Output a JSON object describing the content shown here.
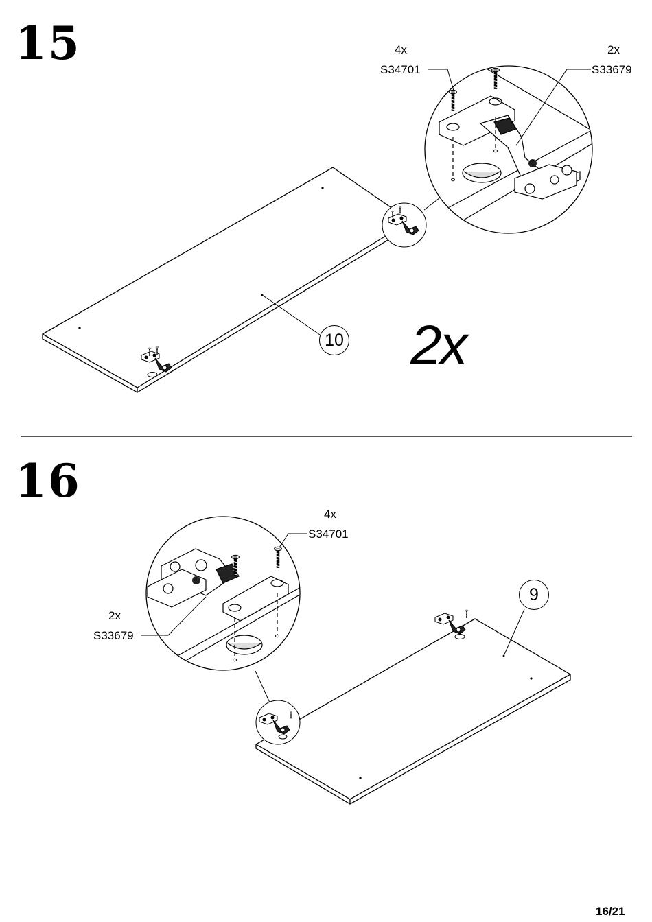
{
  "step15": {
    "number": "15",
    "screw_qty": "4x",
    "screw_code": "S34701",
    "hinge_qty": "2x",
    "hinge_code": "S33679",
    "part_number": "10",
    "repeat_qty": "2x"
  },
  "step16": {
    "number": "16",
    "screw_qty": "4x",
    "screw_code": "S34701",
    "hinge_qty": "2x",
    "hinge_code": "S33679",
    "part_number": "9"
  },
  "page": {
    "number": "16/21"
  }
}
